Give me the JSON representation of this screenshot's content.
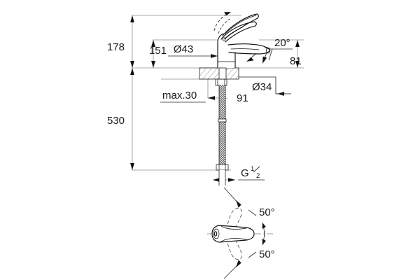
{
  "drawing": {
    "title": "Single-lever basin mixer dimensional drawing",
    "background_color": "#ffffff",
    "line_color": "#111111",
    "dimension_line_color": "#8d8d8d",
    "text_color": "#1a1a1a",
    "units": "mm"
  },
  "dimensions": {
    "total_height": "178",
    "spout_height": "151",
    "tail_length": "530",
    "spout_reach_height": "81",
    "body_diameter": "Ø43",
    "shank_diameter": "Ø34",
    "max_counter_thickness": "max.30",
    "spout_projection": "91",
    "spout_angle": "20°",
    "thread_label_main": "G",
    "thread_label_fraction_num": "1",
    "thread_label_fraction_den": "2",
    "swivel_angle_upper": "50°",
    "swivel_angle_lower": "50°"
  },
  "views": {
    "elevation_name": "front-elevation-view",
    "plan_name": "top-plan-swivel-view"
  },
  "components": {
    "lever_handle": "lever-handle",
    "spout": "spout",
    "body": "mixer-body",
    "counter": "counter-top",
    "shank": "mounting-shank",
    "flex_hose": "flexible-hose",
    "hose_fitting": "hose-end-fitting",
    "mounting_nut": "mounting-nut"
  }
}
